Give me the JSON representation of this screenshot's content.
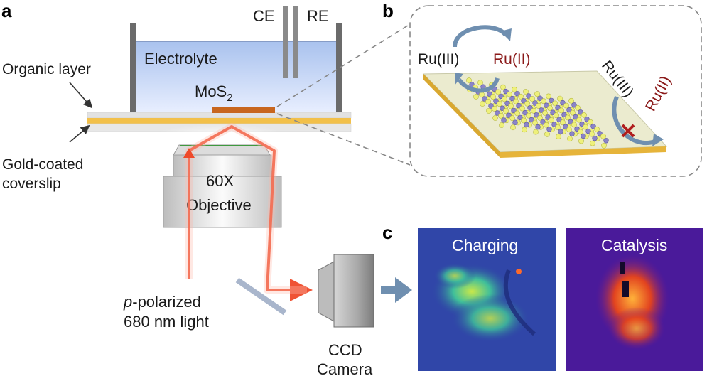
{
  "panels": {
    "a": "a",
    "b": "b",
    "c": "c"
  },
  "setup": {
    "ce": "CE",
    "re": "RE",
    "electrolyte": "Electrolyte",
    "mos2_base": "MoS",
    "mos2_sub": "2",
    "organic_layer": "Organic layer",
    "gold_line1": "Gold-coated",
    "gold_line2": "coverslip",
    "objective_line1": "60X",
    "objective_line2": "Objective",
    "light_italic": "p",
    "light_rest": "-polarized",
    "light_line2": "680 nm light",
    "camera_line1": "CCD",
    "camera_line2": "Camera"
  },
  "mechanism": {
    "ru3_left": "Ru(III)",
    "ru2_left": "Ru(II)",
    "ru3_right": "Ru(III)",
    "ru2_right": "Ru(II)"
  },
  "images": {
    "charging": "Charging",
    "catalysis": "Catalysis"
  },
  "colors": {
    "laser": "#ef4a2a",
    "gold": "#f2c04a",
    "electrolyte_top": "#aec6ee",
    "mos2": "#c8661e",
    "ru_red": "#8b1a1a",
    "arrow_blue": "#6f8fb0"
  }
}
